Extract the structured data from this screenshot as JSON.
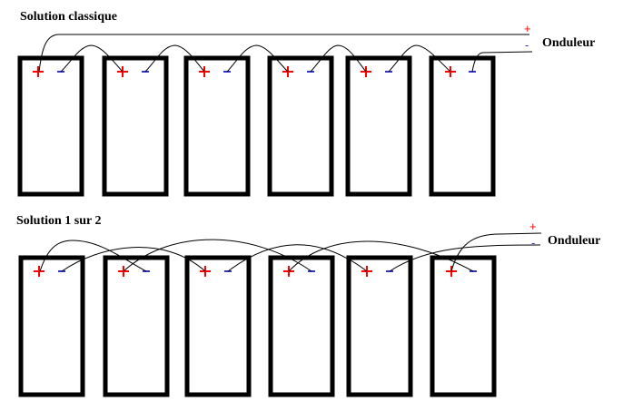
{
  "sections": [
    {
      "title": "Solution classique",
      "inverter_label": "Onduleur",
      "plus_label": "+",
      "minus_label": "-"
    },
    {
      "title": "Solution 1 sur 2",
      "inverter_label": "Onduleur",
      "plus_label": "+",
      "minus_label": "-"
    }
  ],
  "panel_count": 6,
  "colors": {
    "plus": "#ff0000",
    "minus": "#3333cc",
    "frame": "#000000",
    "wire": "#000000"
  }
}
